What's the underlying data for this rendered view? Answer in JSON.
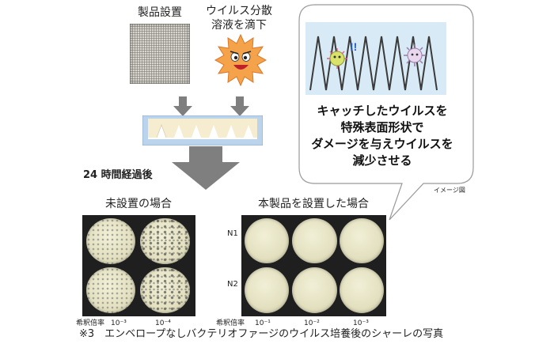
{
  "labels": {
    "product_installation": "製品設置",
    "virus_drop_line1": "ウイルス分散",
    "virus_drop_line2": "溶液を滴下",
    "after_24h": "24 時間経過後",
    "bubble_line1": "キャッチしたウイルスを",
    "bubble_line2": "特殊表面形状で",
    "bubble_line3": "ダメージを与えウイルスを",
    "bubble_line4": "減少させる",
    "image_note": "イメージ図",
    "not_installed": "未設置の場合",
    "installed": "本製品を設置した場合",
    "row_n1": "N1",
    "row_n2": "N2",
    "dilution_label": "希釈倍率",
    "caption": "※3　エンベロープなしバクテリオファージのウイルス培養後のシャーレの写真"
  },
  "left_dilutions": [
    "10⁻³",
    "10⁻⁴"
  ],
  "right_dilutions": [
    "10⁻¹",
    "10⁻²",
    "10⁻³"
  ],
  "colors": {
    "arrow": "#7f7f7f",
    "tray_blue": "#bcd3ec",
    "tray_cream": "#f6eccf",
    "virus_orange": "#f5a34a",
    "bubble_sky": "#d7eaf6",
    "photo_bg": "#1f1f1f"
  }
}
